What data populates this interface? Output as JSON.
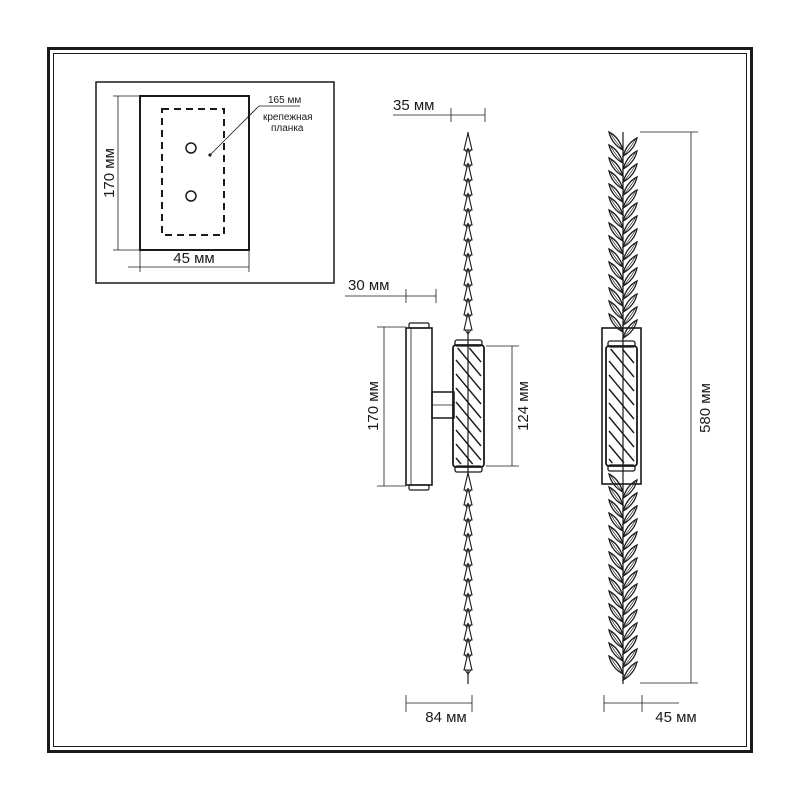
{
  "inset": {
    "width_label": "45 мм",
    "height_label": "170 мм",
    "plate_length": "165 мм",
    "plate_label_line1": "крепежная",
    "plate_label_line2": "планка"
  },
  "side_view": {
    "top_depth": "35 мм",
    "base_depth": "30 мм",
    "base_height": "170 мм",
    "holder_height": "124 мм",
    "total_width": "84 мм"
  },
  "front_view": {
    "total_height": "580 мм",
    "width": "45 мм"
  }
}
